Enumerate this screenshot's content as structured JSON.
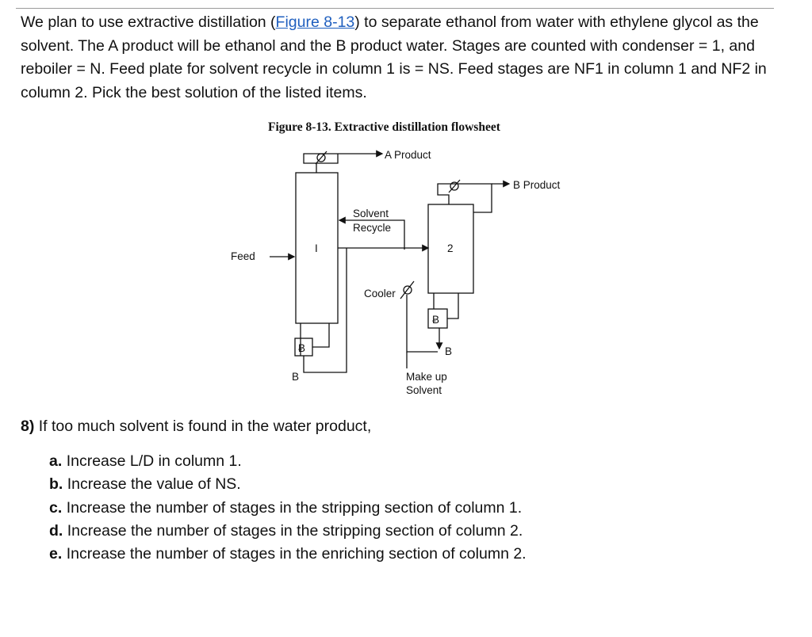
{
  "intro": {
    "before_link": "We plan to use extractive distillation (",
    "link": "Figure 8-13",
    "after_link": ") to separate ethanol from water with ethylene glycol as the solvent. The A product will be ethanol and the B product water. Stages are counted with condenser = 1, and reboiler = N. Feed plate for solvent recycle in column 1 is = NS. Feed stages are NF1 in column 1 and NF2 in column 2. Pick the best solution of the listed items."
  },
  "figure": {
    "caption": "Figure 8-13. Extractive distillation flowsheet",
    "labels": {
      "a_product": "A Product",
      "b_product": "B Product",
      "solvent": "Solvent",
      "recycle": "Recycle",
      "feed": "Feed",
      "column1": "I",
      "column2": "2",
      "cooler": "Cooler",
      "b_bottom1": "B",
      "b_bottom2": "B",
      "makeup": "Make up",
      "solvent2": "Solvent"
    }
  },
  "question": {
    "number": "8)",
    "text": "If too much solvent is found in the water product,"
  },
  "options": [
    {
      "letter": "a.",
      "text": "Increase L/D in column 1."
    },
    {
      "letter": "b.",
      "text": "Increase the value of NS."
    },
    {
      "letter": "c.",
      "text": "Increase the number of stages in the stripping section of column 1."
    },
    {
      "letter": "d.",
      "text": "Increase the number of stages in the stripping section of column 2."
    },
    {
      "letter": "e.",
      "text": "Increase the number of stages in the enriching section of column 2."
    }
  ]
}
